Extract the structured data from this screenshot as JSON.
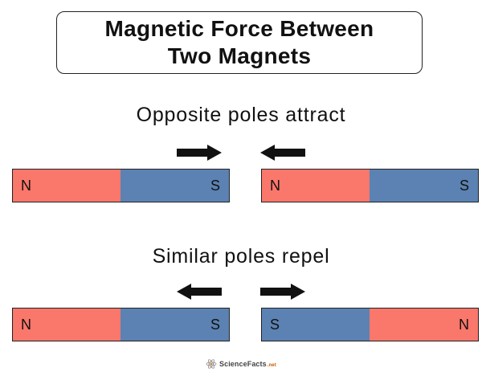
{
  "title": {
    "line1": "Magnetic Force Between",
    "line2": "Two Magnets"
  },
  "colors": {
    "north_pole": "#fa776b",
    "south_pole": "#5b82b2",
    "arrow": "#111111"
  },
  "attract": {
    "caption": "Opposite poles attract",
    "left_magnet": {
      "left_pole": "N",
      "right_pole": "S"
    },
    "right_magnet": {
      "left_pole": "N",
      "right_pole": "S"
    },
    "left_arrow_direction": "right",
    "right_arrow_direction": "left"
  },
  "repel": {
    "caption": "Similar poles repel",
    "left_magnet": {
      "left_pole": "N",
      "right_pole": "S"
    },
    "right_magnet": {
      "left_pole": "S",
      "right_pole": "N"
    },
    "left_arrow_direction": "left",
    "right_arrow_direction": "right"
  },
  "logo": {
    "name": "ScienceFacts",
    "tld": ".net",
    "icon": "atom-icon"
  }
}
